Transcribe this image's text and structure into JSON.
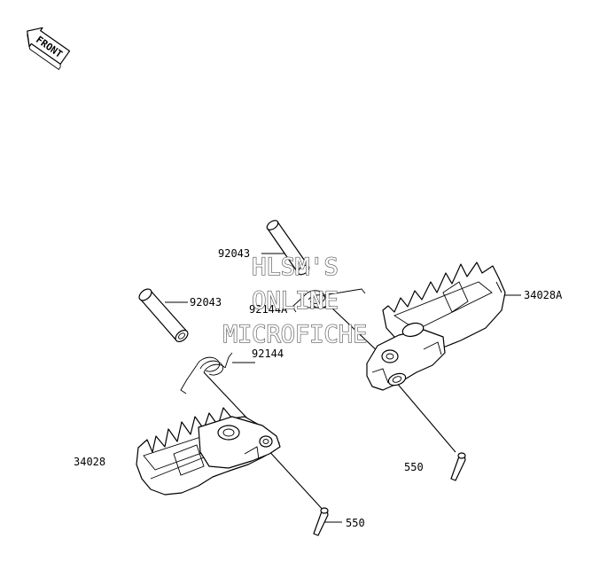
{
  "front_arrow": {
    "label": "FRONT"
  },
  "labels": {
    "pin_upper": "92043",
    "pin_left": "92043",
    "spring_upper": "92144A",
    "spring_lower": "92144",
    "footpeg_right": "34028A",
    "footpeg_left": "34028",
    "cotter_right": "550",
    "cotter_left": "550"
  },
  "watermark": {
    "line1": "HLSM'S",
    "line2": "ONLINE",
    "line3": "MICROFICHE"
  }
}
